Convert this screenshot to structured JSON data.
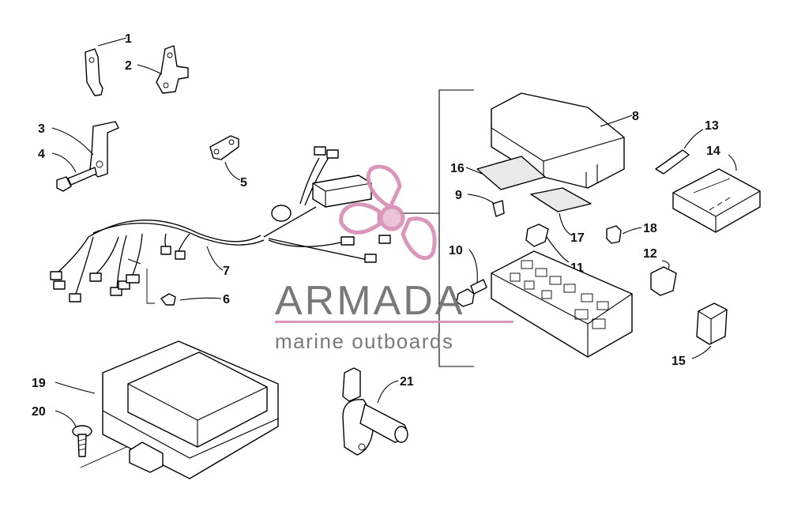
{
  "callouts": {
    "c1": "1",
    "c2": "2",
    "c3": "3",
    "c4": "4",
    "c5": "5",
    "c6": "6",
    "c7": "7",
    "c8": "8",
    "c9": "9",
    "c10": "10",
    "c11": "11",
    "c12": "12",
    "c13": "13",
    "c14": "14",
    "c15": "15",
    "c16": "16",
    "c17": "17",
    "c18": "18",
    "c19": "19",
    "c20": "20",
    "c21": "21"
  },
  "watermark": {
    "brand": "ARMADA",
    "tagline": "marine outboards",
    "accent_color": "#d88fb4",
    "text_color": "#6e6e6e",
    "logo": "propeller-logo-icon"
  }
}
